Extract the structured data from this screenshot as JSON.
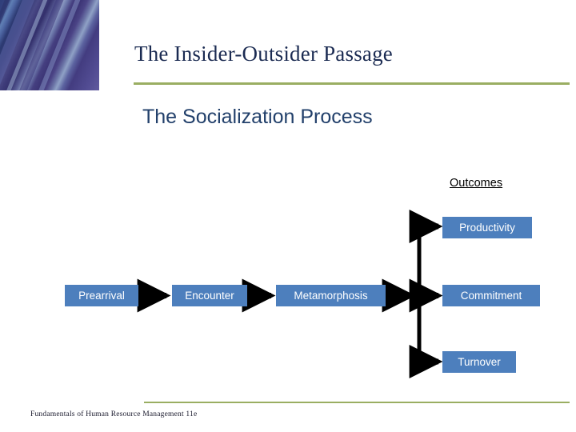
{
  "slide": {
    "title": "The Insider-Outsider Passage",
    "subtitle": "The Socialization Process",
    "footer_text": "Fundamentals of Human Resource Management 11e",
    "accent_rule_color": "#9aae62",
    "title_color": "#1b2b52",
    "subtitle_color": "#22406b",
    "background_color": "#ffffff"
  },
  "decor": {
    "corner_art_name": "abstract-diagonal-ribbons",
    "corner_art_colors": [
      "#2f3f7a",
      "#433c80",
      "#8fa1c6",
      "#615ba0"
    ]
  },
  "diagram": {
    "type": "flow",
    "node_fill": "#4d7fbd",
    "node_text_color": "#ffffff",
    "connector_color": "#000000",
    "outcomes_label": "Outcomes",
    "stages": [
      {
        "id": "prearrival",
        "label": "Prearrival"
      },
      {
        "id": "encounter",
        "label": "Encounter"
      },
      {
        "id": "metamorphosis",
        "label": "Metamorphosis"
      },
      {
        "id": "commitment",
        "label": "Commitment"
      }
    ],
    "outcomes": [
      {
        "id": "productivity",
        "label": "Productivity"
      },
      {
        "id": "turnover",
        "label": "Turnover"
      }
    ],
    "connections": [
      {
        "from": "prearrival",
        "to": "encounter",
        "kind": "arrow"
      },
      {
        "from": "encounter",
        "to": "metamorphosis",
        "kind": "arrow"
      },
      {
        "from": "metamorphosis",
        "to": "bus",
        "kind": "arrow"
      },
      {
        "from": "bus",
        "to": "commitment",
        "kind": "arrow"
      },
      {
        "from": "bus",
        "to": "productivity",
        "kind": "elbow-arrow"
      },
      {
        "from": "bus",
        "to": "turnover",
        "kind": "elbow-arrow"
      }
    ]
  }
}
